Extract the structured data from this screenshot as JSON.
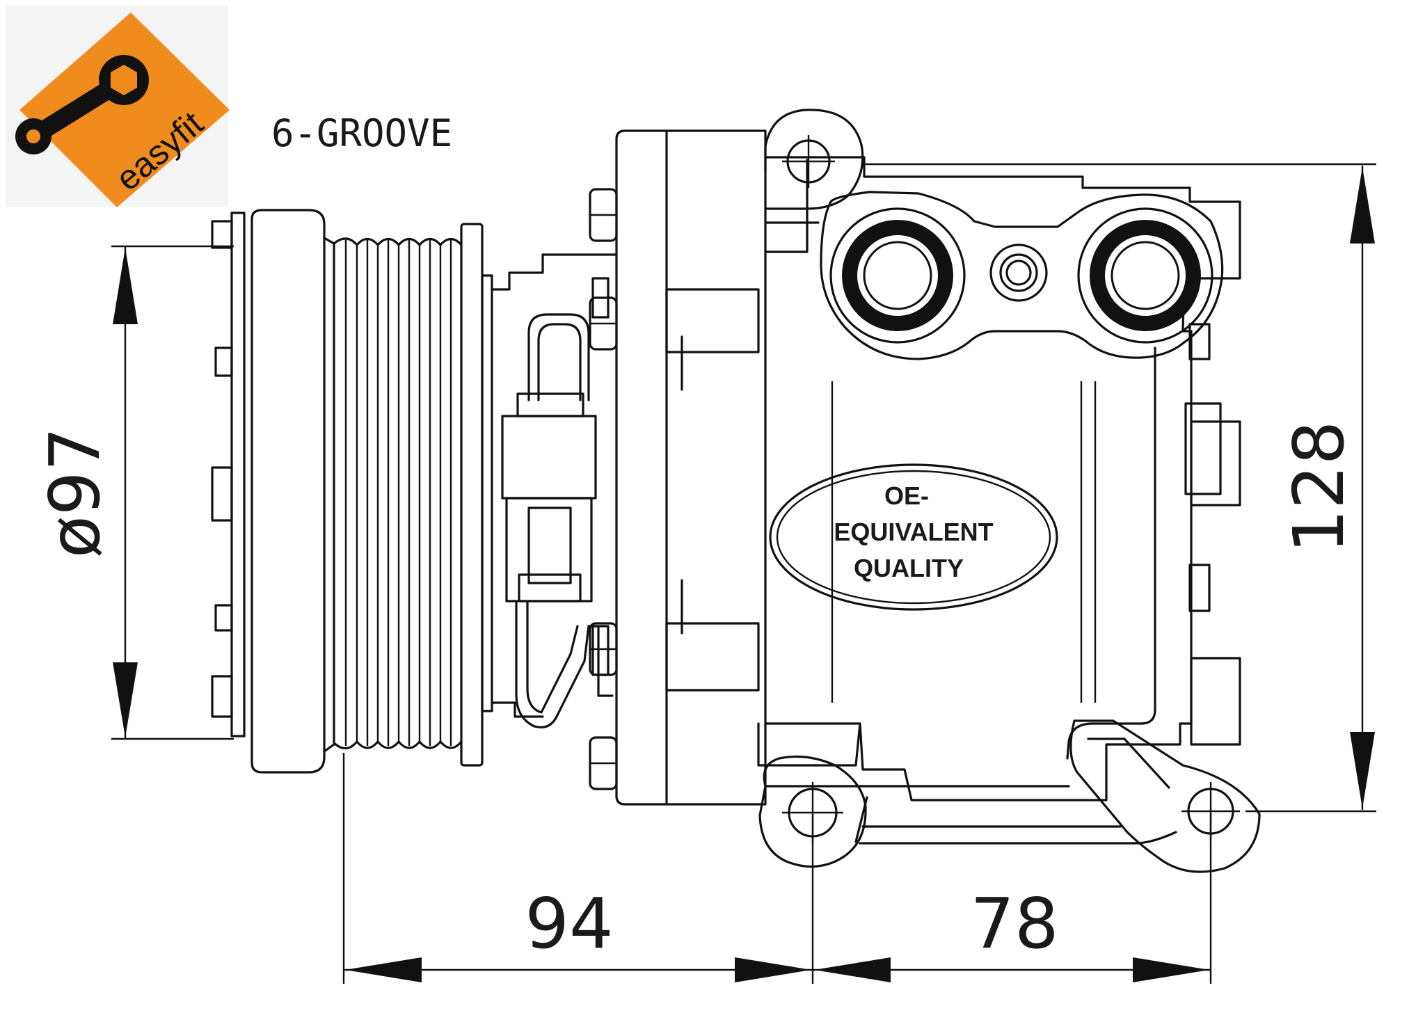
{
  "logo": {
    "text": "easyfit",
    "color": "#f08c1e",
    "icon": "wrench-icon"
  },
  "groove_label": "6-GROOVE",
  "quality_badge": {
    "line1": "OE-",
    "line2": "EQUIVALENT",
    "line3": "QUALITY"
  },
  "dimensions": {
    "pulley_diameter": "ø97",
    "height": "128",
    "pulley_to_mount": "94",
    "mount_spacing": "78"
  }
}
